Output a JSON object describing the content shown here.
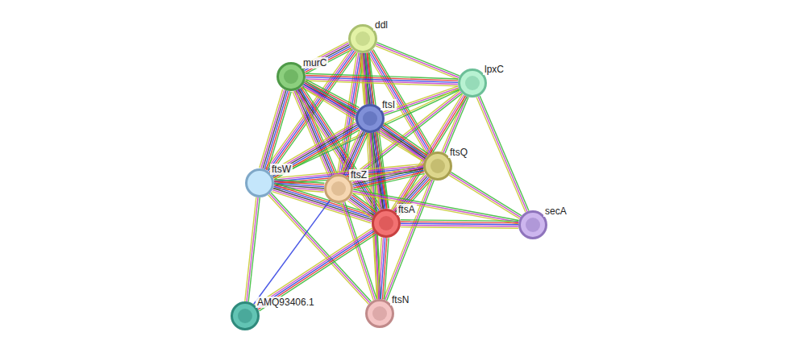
{
  "diagram": {
    "nodes": [
      {
        "text": [
          "ddl"
        ]
      },
      {
        "text": [
          "murC"
        ]
      },
      {
        "text": [
          "lpxC"
        ]
      },
      {
        "text": [
          "ftsI"
        ]
      },
      {
        "text": [
          "ftsQ"
        ]
      },
      {
        "text": [
          "ftsW"
        ]
      },
      {
        "text": [
          "ftsZ"
        ]
      },
      {
        "text": [
          "ftsA"
        ]
      },
      {
        "text": [
          "secA"
        ]
      },
      {
        "text": [
          "AMQ93406.1"
        ]
      },
      {
        "text": [
          "ftsN"
        ]
      }
    ],
    "edges": [
      {
        "from": 0,
        "to": 1,
        "arrow": "none"
      },
      {
        "from": 0,
        "to": 2,
        "arrow": "none"
      },
      {
        "from": 0,
        "to": 3,
        "arrow": "none"
      },
      {
        "from": 0,
        "to": 4,
        "arrow": "none"
      },
      {
        "from": 0,
        "to": 5,
        "arrow": "none"
      },
      {
        "from": 0,
        "to": 6,
        "arrow": "none"
      },
      {
        "from": 0,
        "to": 7,
        "arrow": "none"
      },
      {
        "from": 0,
        "to": 10,
        "arrow": "none"
      },
      {
        "from": 1,
        "to": 2,
        "arrow": "none"
      },
      {
        "from": 1,
        "to": 3,
        "arrow": "none"
      },
      {
        "from": 1,
        "to": 4,
        "arrow": "none"
      },
      {
        "from": 1,
        "to": 5,
        "arrow": "none"
      },
      {
        "from": 1,
        "to": 6,
        "arrow": "none"
      },
      {
        "from": 1,
        "to": 7,
        "arrow": "none"
      },
      {
        "from": 2,
        "to": 3,
        "arrow": "none"
      },
      {
        "from": 2,
        "to": 4,
        "arrow": "none"
      },
      {
        "from": 2,
        "to": 5,
        "arrow": "none"
      },
      {
        "from": 2,
        "to": 6,
        "arrow": "none"
      },
      {
        "from": 2,
        "to": 7,
        "arrow": "none"
      },
      {
        "from": 2,
        "to": 8,
        "arrow": "none"
      },
      {
        "from": 3,
        "to": 4,
        "arrow": "none"
      },
      {
        "from": 3,
        "to": 5,
        "arrow": "none"
      },
      {
        "from": 3,
        "to": 6,
        "arrow": "none"
      },
      {
        "from": 3,
        "to": 7,
        "arrow": "none"
      },
      {
        "from": 3,
        "to": 10,
        "arrow": "none"
      },
      {
        "from": 4,
        "to": 5,
        "arrow": "none"
      },
      {
        "from": 4,
        "to": 6,
        "arrow": "none"
      },
      {
        "from": 4,
        "to": 7,
        "arrow": "none"
      },
      {
        "from": 4,
        "to": 8,
        "arrow": "none"
      },
      {
        "from": 4,
        "to": 10,
        "arrow": "none"
      },
      {
        "from": 5,
        "to": 6,
        "arrow": "none"
      },
      {
        "from": 5,
        "to": 7,
        "arrow": "none"
      },
      {
        "from": 5,
        "to": 9,
        "arrow": "none"
      },
      {
        "from": 5,
        "to": 10,
        "arrow": "none"
      },
      {
        "from": 6,
        "to": 7,
        "arrow": "none"
      },
      {
        "from": 6,
        "to": 8,
        "arrow": "none"
      },
      {
        "from": 6,
        "to": 9,
        "arrow": "none"
      },
      {
        "from": 6,
        "to": 10,
        "arrow": "none"
      },
      {
        "from": 7,
        "to": 8,
        "arrow": "none"
      },
      {
        "from": 7,
        "to": 9,
        "arrow": "none"
      },
      {
        "from": 7,
        "to": 10,
        "arrow": "none"
      }
    ]
  }
}
